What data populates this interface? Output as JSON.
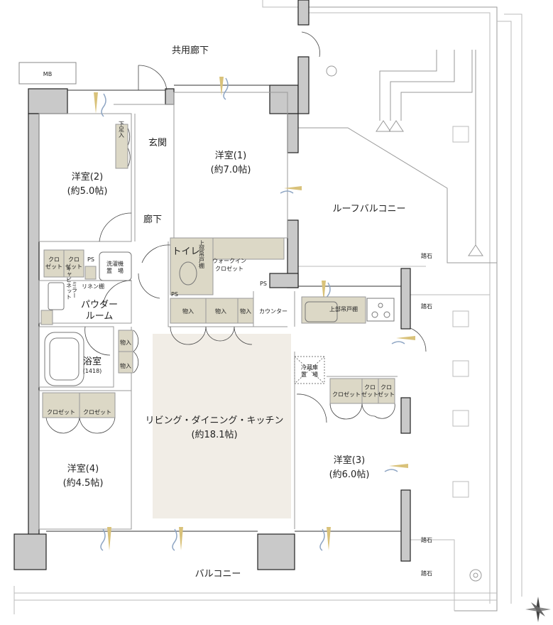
{
  "labels": {
    "common_corridor": "共用廊下",
    "mb": "MB",
    "entrance": "玄関",
    "shoe_storage": "下足入",
    "room1": "洋室(1)",
    "room1_size": "(約7.0帖)",
    "room2": "洋室(2)",
    "room2_size": "(約5.0帖)",
    "hallway": "廊下",
    "roof_balcony": "ルーフバルコニー",
    "toilet": "トイレ",
    "upper_cabinet": "上部吊戸棚",
    "walk_in_closet_1": "ウォークイン",
    "walk_in_closet_2": "クロゼット",
    "ps": "PS",
    "closet_short_1": "クロ",
    "closet_short_2": "ゼット",
    "closet": "クロゼット",
    "laundry_1": "洗濯機",
    "laundry_2": "置　場",
    "linen_shelf": "リネン棚",
    "mirror": "ミラー",
    "cabinet": "キャビネット",
    "powder_room_1": "パウダー",
    "powder_room_2": "ルーム",
    "storage": "物入",
    "counter": "カウンター",
    "kitchen_cabinet": "上部吊戸棚",
    "bath": "浴室",
    "bath_size": "(1418)",
    "fridge_1": "冷蔵庫",
    "fridge_2": "置　場",
    "ldk": "リビング・ダイニング・キッチン",
    "ldk_size": "(約18.1帖)",
    "room3": "洋室(3)",
    "room3_size": "(約6.0帖)",
    "room4": "洋室(4)",
    "room4_size": "(約4.5帖)",
    "balcony": "バルコニー",
    "stepping_stone": "踏石"
  },
  "colors": {
    "wall": "#c9c9c9",
    "storage": "#dcd8c6",
    "ldk_floor": "#f1ede6"
  }
}
